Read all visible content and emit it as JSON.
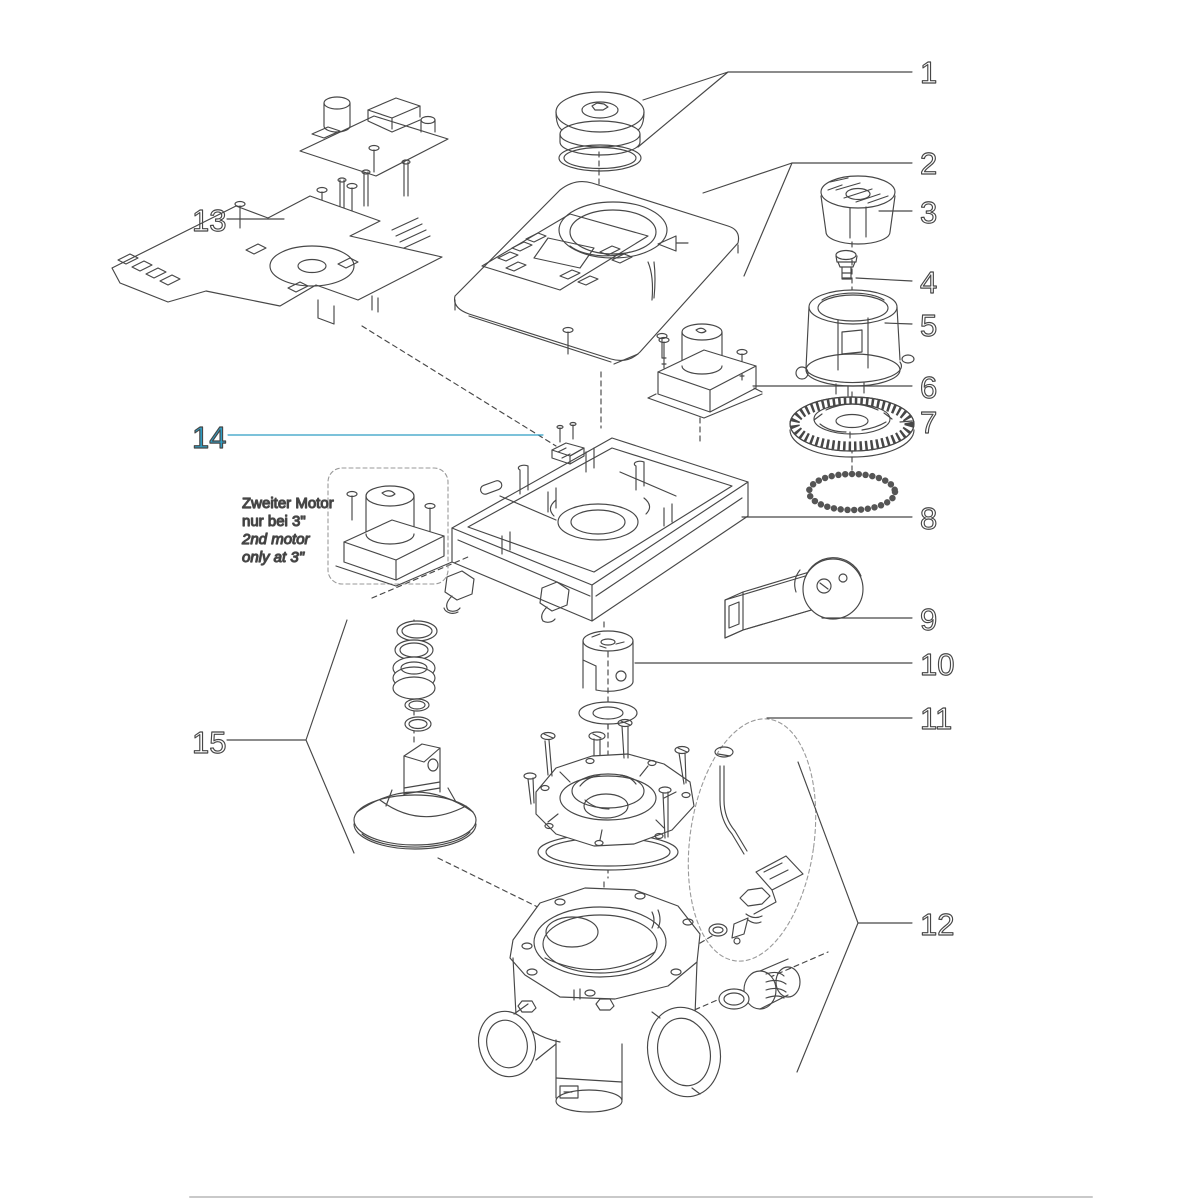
{
  "diagram": {
    "type": "exploded-parts-diagram",
    "accent_color": "#2f9ec4",
    "line_color": "#474747",
    "labels": {
      "p1": "1",
      "p2": "2",
      "p3": "3",
      "p4": "4",
      "p5": "5",
      "p6": "6",
      "p7": "7",
      "p8": "8",
      "p9": "9",
      "p10": "10",
      "p11": "11",
      "p12": "12",
      "p13": "13",
      "p14": "14",
      "p15": "15"
    },
    "note": {
      "line1": "Zweiter Motor",
      "line2": "nur bei 3\"",
      "line3": "2nd motor",
      "line4": "only at 3\""
    }
  }
}
